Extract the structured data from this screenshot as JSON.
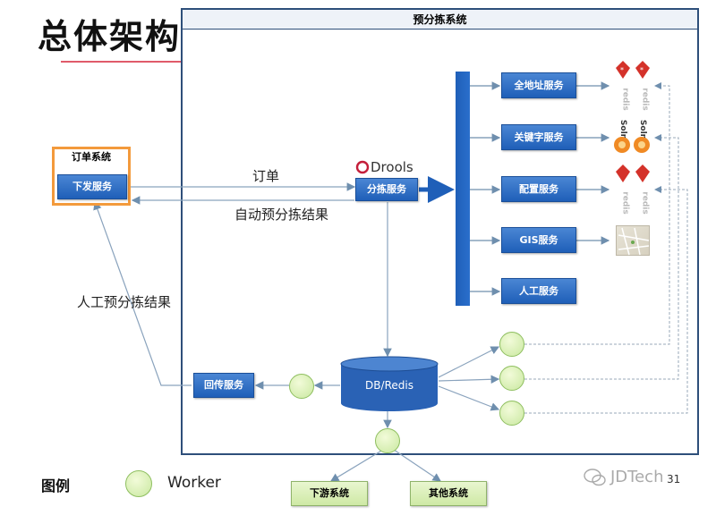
{
  "title": "总体架构",
  "system": {
    "title": "预分拣系统"
  },
  "order_system": {
    "title": "订单系统",
    "dispatch_service": "下发服务"
  },
  "sorting_service": "分拣服务",
  "drools_label": "Drools",
  "services": [
    "全地址服务",
    "关键字服务",
    "配置服务",
    "GIS服务",
    "人工服务"
  ],
  "labels": {
    "order": "订单",
    "auto_result": "自动预分拣结果",
    "manual_result": "人工预分拣结果",
    "db": "DB/Redis",
    "callback": "回传服务",
    "downstream": "下游系统",
    "other": "其他系统"
  },
  "icons": {
    "redis_text": "redis",
    "solr_text": "Solr"
  },
  "legend": {
    "title": "图例",
    "worker": "Worker"
  },
  "watermark": "JDTech",
  "page_number": "31"
}
